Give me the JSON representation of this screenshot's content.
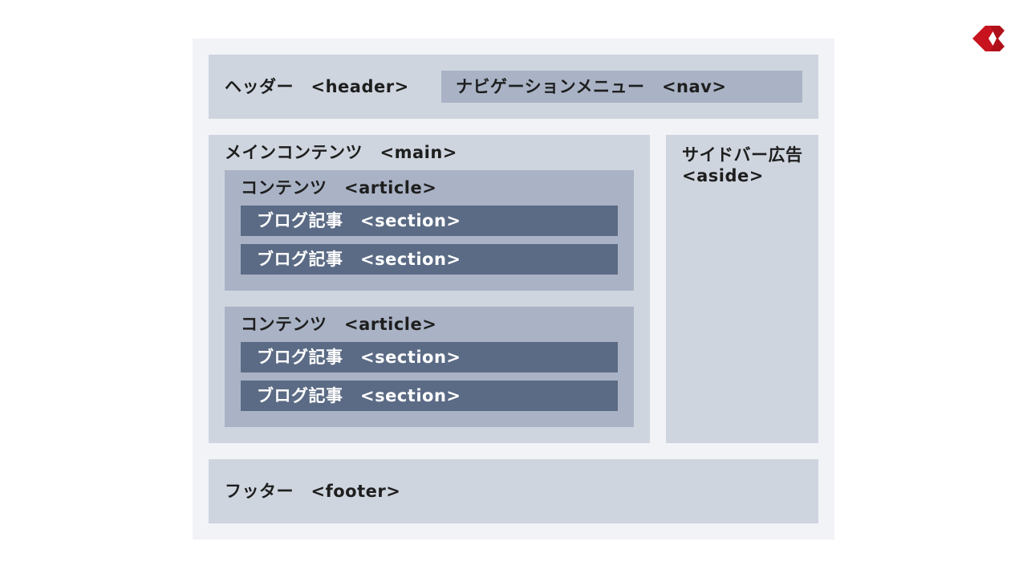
{
  "diagram": {
    "header_label": "ヘッダー　<header>",
    "nav_label": "ナビゲーションメニュー　<nav>",
    "main_label": "メインコンテンツ　<main>",
    "articles": [
      {
        "label": "コンテンツ　<article>",
        "sections": [
          "ブログ記事　<section>",
          "ブログ記事　<section>"
        ]
      },
      {
        "label": "コンテンツ　<article>",
        "sections": [
          "ブログ記事　<section>",
          "ブログ記事　<section>"
        ]
      }
    ],
    "aside_label": "サイドバー広告\n<aside>",
    "footer_label": "フッター　<footer>"
  },
  "colors": {
    "outer": "#f1f3f7",
    "light": "#cfd5df",
    "mid": "#a9b3c5",
    "dark": "#5b6b85",
    "logo": "#c8141e"
  },
  "logo": {
    "icon": "chevron-left-logo-icon"
  }
}
